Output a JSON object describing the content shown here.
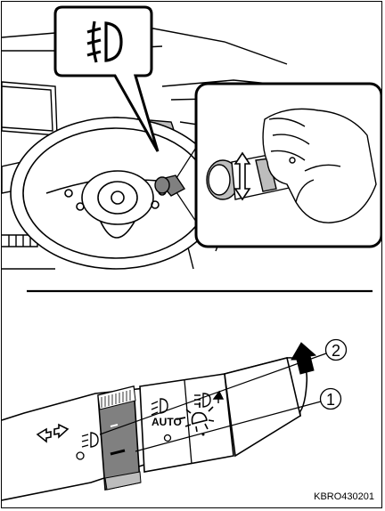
{
  "figure": {
    "code": "KBRO430201",
    "callouts": [
      {
        "number": "2"
      },
      {
        "number": "1"
      }
    ],
    "switch_labels": {
      "auto": "AUTO"
    },
    "icons": {
      "callout_icon": "front-fog-light-icon",
      "hand_inset": "hand-rotating-switch-icon",
      "turn_arrows": "turn-signal-arrows-icon",
      "ring_fog": "front-fog-light-icon",
      "headlight_low": "low-beam-icon",
      "headlight_high": "high-beam-icon",
      "parking_light": "parking-light-icon"
    },
    "colors": {
      "line": "#000000",
      "ring_fill": "#808080",
      "shade": "#bdbdbd"
    }
  }
}
